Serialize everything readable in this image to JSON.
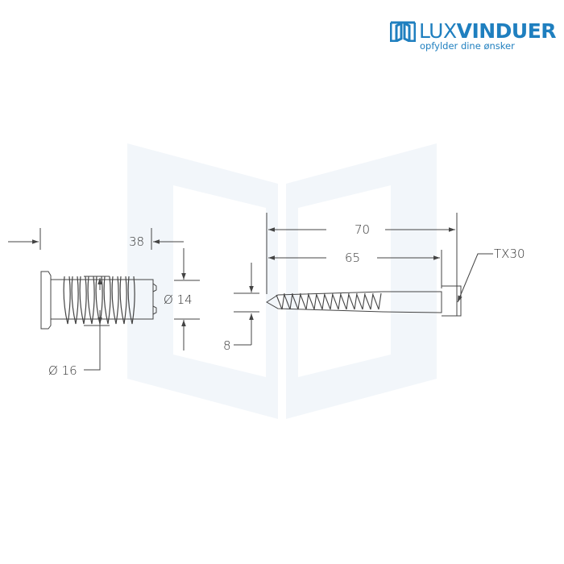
{
  "logo": {
    "brand_light": "LUX",
    "brand_bold": "VINDUER",
    "tagline": "opfylder dine ønsker",
    "color": "#1f7fbf"
  },
  "dimensions": {
    "overall_length": "70",
    "thread_length": "65",
    "sleeve_length": "38",
    "sleeve_inner_diameter": "Ø 14",
    "sleeve_outer_diameter": "Ø 16",
    "screw_diameter": "8",
    "drive": "TX30"
  }
}
